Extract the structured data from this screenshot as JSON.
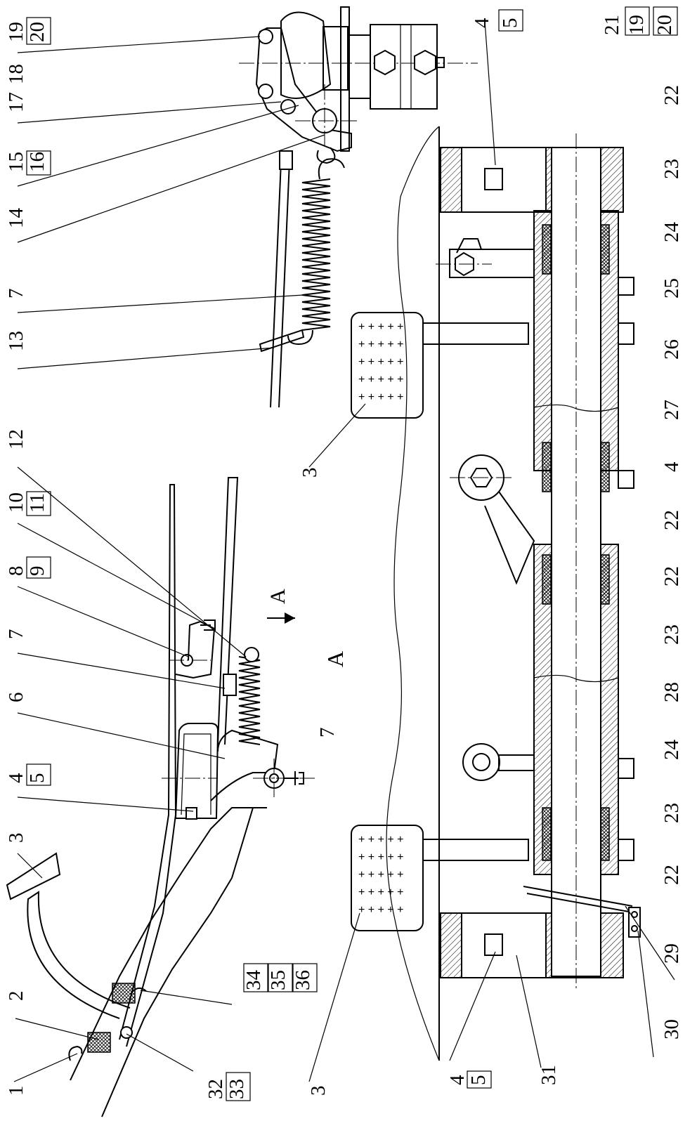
{
  "figure": {
    "view_marker": "A",
    "section_label": "A",
    "callouts": [
      {
        "id": "c1",
        "text": "1"
      },
      {
        "id": "c2",
        "text": "2"
      },
      {
        "id": "c3a",
        "text": "3"
      },
      {
        "id": "c4a",
        "text": "4"
      },
      {
        "id": "c5a",
        "text": "5"
      },
      {
        "id": "c6",
        "text": "6"
      },
      {
        "id": "c7a",
        "text": "7"
      },
      {
        "id": "c8",
        "text": "8"
      },
      {
        "id": "c9",
        "text": "9"
      },
      {
        "id": "c10",
        "text": "10"
      },
      {
        "id": "c11",
        "text": "11"
      },
      {
        "id": "c12",
        "text": "12"
      },
      {
        "id": "c13",
        "text": "13"
      },
      {
        "id": "c7b",
        "text": "7"
      },
      {
        "id": "c14",
        "text": "14"
      },
      {
        "id": "c15",
        "text": "15"
      },
      {
        "id": "c16",
        "text": "16"
      },
      {
        "id": "c17",
        "text": "17"
      },
      {
        "id": "c18",
        "text": "18"
      },
      {
        "id": "c19a",
        "text": "19"
      },
      {
        "id": "c20a",
        "text": "20"
      },
      {
        "id": "c32",
        "text": "32"
      },
      {
        "id": "c33",
        "text": "33"
      },
      {
        "id": "c34",
        "text": "34"
      },
      {
        "id": "c35",
        "text": "35"
      },
      {
        "id": "c36",
        "text": "36"
      },
      {
        "id": "c3b",
        "text": "3"
      },
      {
        "id": "c3c",
        "text": "3"
      },
      {
        "id": "c7c",
        "text": "7"
      },
      {
        "id": "c4b",
        "text": "4"
      },
      {
        "id": "c5b",
        "text": "5"
      },
      {
        "id": "c4c",
        "text": "4"
      },
      {
        "id": "c5c",
        "text": "5"
      },
      {
        "id": "c21",
        "text": "21"
      },
      {
        "id": "c19b",
        "text": "19"
      },
      {
        "id": "c20b",
        "text": "20"
      },
      {
        "id": "c22a",
        "text": "22"
      },
      {
        "id": "c23a",
        "text": "23"
      },
      {
        "id": "c24a",
        "text": "24"
      },
      {
        "id": "c25",
        "text": "25"
      },
      {
        "id": "c26",
        "text": "26"
      },
      {
        "id": "c27",
        "text": "27"
      },
      {
        "id": "c4d",
        "text": "4"
      },
      {
        "id": "c22b",
        "text": "22"
      },
      {
        "id": "c22c",
        "text": "22"
      },
      {
        "id": "c23b",
        "text": "23"
      },
      {
        "id": "c28",
        "text": "28"
      },
      {
        "id": "c24b",
        "text": "24"
      },
      {
        "id": "c23c",
        "text": "23"
      },
      {
        "id": "c22d",
        "text": "22"
      },
      {
        "id": "c29",
        "text": "29"
      },
      {
        "id": "c30",
        "text": "30"
      },
      {
        "id": "c31",
        "text": "31"
      }
    ]
  }
}
